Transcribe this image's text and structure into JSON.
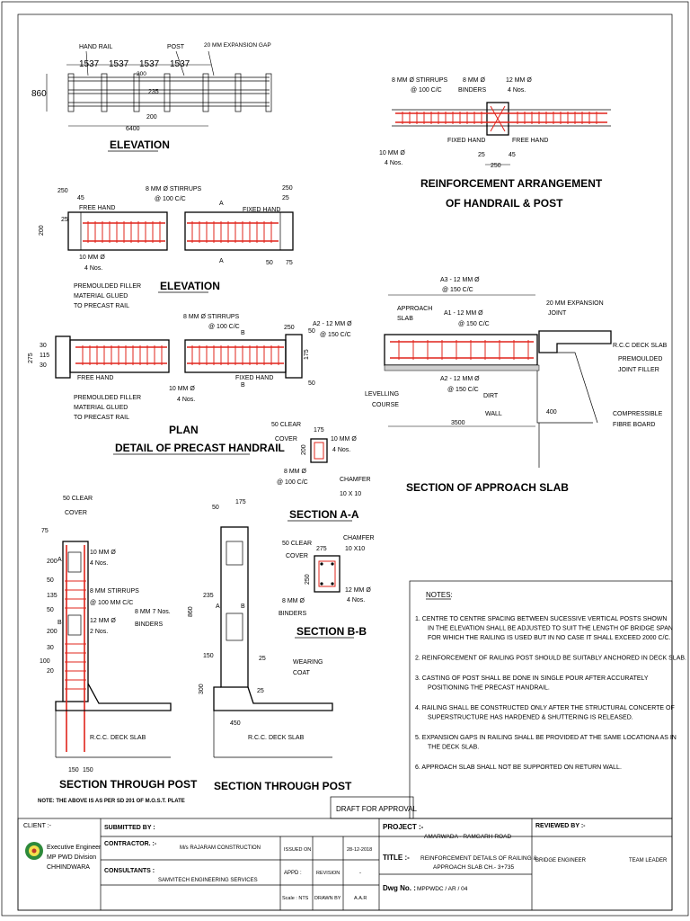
{
  "colors": {
    "rebar": "#e0241b",
    "ink": "#000000"
  },
  "elev_top": {
    "hand_rail": "HAND RAIL",
    "post": "POST",
    "gap": "20 MM EXPANSION GAP",
    "s1": "1537",
    "s2": "1537",
    "s3": "1537",
    "s4": "1537",
    "h860": "860",
    "d200a": "200",
    "d235": "235",
    "d200b": "200",
    "total": "6400",
    "title": "ELEVATION"
  },
  "reinf": {
    "stirrups": "8 MM Ø STIRRUPS",
    "stirrups_sp": "@ 100 C/C",
    "binders": "8 MM Ø",
    "binders2": "BINDERS",
    "bars12": "12 MM Ø",
    "bars12n": "4 Nos.",
    "fixed": "FIXED HAND",
    "free": "FREE HAND",
    "bars10": "10 MM Ø",
    "bars10n": "4 Nos.",
    "d25": "25",
    "d45": "45",
    "d250": "250",
    "title1": "REINFORCEMENT ARRANGEMENT",
    "title2": "OF HANDRAIL & POST"
  },
  "elev2": {
    "d250": "250",
    "d45": "45",
    "d25": "25",
    "d200": "200",
    "free": "FREE HAND",
    "stirrups": "8 MM Ø STIRRUPS",
    "stirrups_sp": "@ 100 C/C",
    "secA1": "A",
    "secA2": "A",
    "fixed": "FIXED HAND",
    "r250": "250",
    "r25": "25",
    "r50": "50",
    "r75": "75",
    "bars10": "10 MM Ø",
    "bars10n": "4 Nos.",
    "filler1": "PREMOULDED FILLER",
    "filler2": "MATERIAL GLUED",
    "filler3": "TO PRECAST RAIL",
    "title": "ELEVATION"
  },
  "plan": {
    "stirrups": "8 MM Ø STIRRUPS",
    "stirrups_sp": "@ 100 C/C",
    "d250": "250",
    "d50a": "50",
    "d50b": "50",
    "d175": "175",
    "d30a": "30",
    "d115": "115",
    "d30b": "30",
    "d275": "275",
    "free": "FREE HAND",
    "fixed": "FIXED HAND",
    "secB1": "B",
    "secB2": "B",
    "bars10": "10 MM Ø",
    "bars10n": "4 Nos.",
    "filler1": "PREMOULDED FILLER",
    "filler2": "MATERIAL GLUED",
    "filler3": "TO PRECAST RAIL",
    "title1": "PLAN",
    "title2": "DETAIL OF PRECAST HANDRAIL"
  },
  "secAA": {
    "cover1": "50 CLEAR",
    "cover2": "COVER",
    "d175": "175",
    "d200": "200",
    "bars10": "10 MM Ø",
    "bars10n": "4 Nos.",
    "stir": "8 MM Ø",
    "stir_sp": "@ 100 C/C",
    "chamfer": "CHAMFER",
    "chamfer_sz": "10 X 10",
    "title": "SECTION A-A"
  },
  "approach": {
    "a3": "A3 - 12 MM Ø",
    "a3sp": "@ 150 C/C",
    "slab1": "APPROACH",
    "slab2": "SLAB",
    "a1": "A1 - 12 MM Ø",
    "a1sp": "@ 150 C/C",
    "a2l": "A2 - 12 MM Ø",
    "a2lsp": "@ 150 C/C",
    "joint1": "20 MM EXPANSION",
    "joint2": "JOINT",
    "deck": "R.C.C DECK SLAB",
    "pf1": "PREMOULDED",
    "pf2": "JOINT FILLER",
    "a2b": "A2 - 12 MM Ø",
    "a2bsp": "@ 150 C/C",
    "lev1": "LEVELLING",
    "lev2": "COURSE",
    "dirt1": "DIRT",
    "dirt2": "WALL",
    "d400": "400",
    "cf1": "COMPRESSIBLE",
    "cf2": "FIBRE BOARD",
    "d3500": "3500",
    "title": "SECTION OF APPROACH SLAB"
  },
  "secPost1": {
    "cover1": "50 CLEAR",
    "cover2": "COVER",
    "d75": "75",
    "d200a": "200",
    "d50a": "50",
    "d135": "135",
    "d50b": "50",
    "d200b": "200",
    "d30": "30",
    "d100": "100",
    "d20": "20",
    "bars10": "10 MM Ø",
    "bars10n": "4 Nos.",
    "stir": "8 MM STIRRUPS",
    "stir_sp": "@ 100 MM C/C",
    "bind": "8 MM 7 Nos.",
    "bind2": "BINDERS",
    "bars12": "12 MM Ø",
    "bars12n": "2 Nos.",
    "deck": "R.C.C. DECK SLAB",
    "d150a": "150",
    "d150b": "150",
    "secA": "A",
    "secB": "B",
    "title": "SECTION THROUGH POST",
    "note": "NOTE: THE ABOVE IS AS PER SD 201 OF M.O.S.T. PLATE"
  },
  "secPost2": {
    "d50": "50",
    "d175": "175",
    "d860": "860",
    "d235": "235",
    "d150": "150",
    "d300": "300",
    "d25a": "25",
    "d25b": "25",
    "d450": "450",
    "wear1": "WEARING",
    "wear2": "COAT",
    "deck": "R.C.C. DECK SLAB",
    "secA": "A",
    "secB": "B",
    "title": "SECTION THROUGH POST"
  },
  "secBB": {
    "cover1": "50 CLEAR",
    "cover2": "COVER",
    "d275": "275",
    "d250": "250",
    "chamfer": "CHAMFER",
    "chamfer_sz": "10 X10",
    "bars12": "12 MM Ø",
    "bars12n": "4 Nos.",
    "binders": "8 MM Ø",
    "binders2": "BINDERS",
    "title": "SECTION B-B"
  },
  "notes": {
    "heading": "NOTES:",
    "items": [
      [
        "1.  CENTRE TO CENTRE SPACING BETWEEN SUCESSIVE VERTICAL POSTS SHOWN",
        "IN THE ELEVATION SHALL BE ADJUSTED TO SUIT THE LENGTH OF BRIDGE SPAN",
        "FOR WHICH THE RAILING IS USED BUT IN NO CASE IT SHALL EXCEED 2000 C/C."
      ],
      [
        "2.  REINFORCEMENT OF RAILING POST SHOULD BE SUITABLY ANCHORED IN DECK SLAB."
      ],
      [
        "3.  CASTING OF POST SHALL BE DONE IN SINGLE POUR AFTER ACCURATELY",
        "POSITIONING THE PRECAST HANDRAIL."
      ],
      [
        "4.  RAILING SHALL BE CONSTRUCTED ONLY AFTER THE STRUCTURAL CONCERTE OF",
        "SUPERSTRUCTURE HAS HARDENED & SHUTTERING IS RELEASED."
      ],
      [
        "5.  EXPANSION GAPS IN RAILING SHALL BE PROVIDED AT THE SAME LOCATIONA AS IN",
        "THE DECK SLAB."
      ],
      [
        "6.  APPROACH SLAB SHALL NOT BE SUPPORTED ON RETURN WALL."
      ]
    ]
  },
  "draft": "DRAFT FOR APPROVAL",
  "titleblock": {
    "client_lbl": "CLIENT :-",
    "client1": "Executive Engineer",
    "client2": "MP PWD Division",
    "client3": "CHHINDWARA",
    "submitted": "SUBMITTED BY :",
    "contractor_lbl": "CONTRACTOR. :-",
    "contractor": "M/s RAJARAM CONSTRUCTION",
    "consultants_lbl": "CONSULTANTS :",
    "consultant": "SAMVITECH ENGINEERING SERVICES",
    "issued_lbl": "ISSUED ON",
    "issued": "28-12-2018",
    "appd": "APPD :",
    "revision_lbl": "REVISION",
    "revision": "-",
    "scale": "Scale : NTS",
    "drawn_lbl": "DRAWN BY",
    "drawn": "A.A.R",
    "project_lbl": "PROJECT :-",
    "project": "AMARWADA - RAMGARH ROAD",
    "title_lbl": "TITLE :-",
    "title1": "REINFORCEMENT DETAILS OF RAILING &",
    "title2": "APPROACH SLAB CH.- 3+735",
    "dwg_lbl": "Dwg No. :",
    "dwg": "MPPWDC / AR / 04",
    "reviewed": "REVIEWED BY :-",
    "bridge_eng": "BRIDGE ENGINEER",
    "team_lead": "TEAM LEADER"
  }
}
